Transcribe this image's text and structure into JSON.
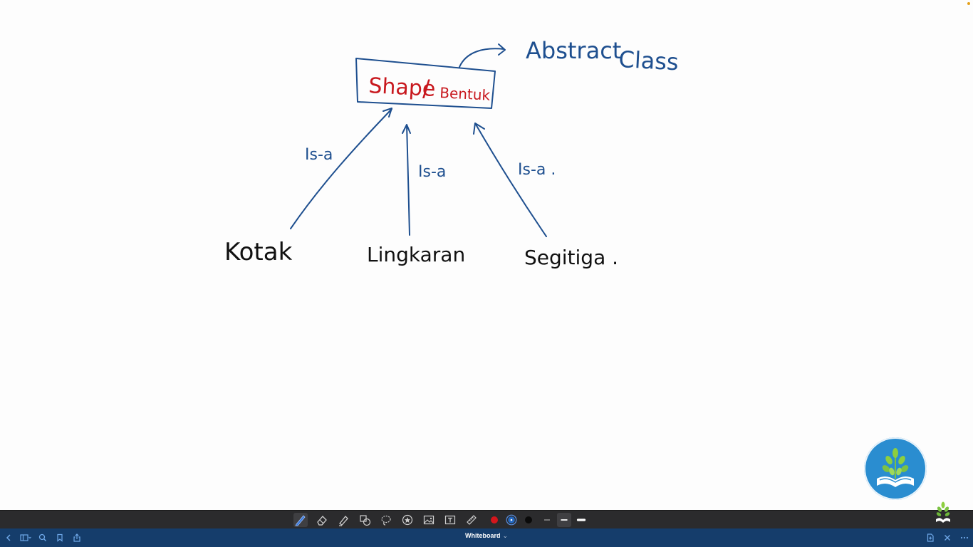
{
  "whiteboard": {
    "abstract_label_1": "Abstract",
    "abstract_label_2": "Class",
    "parent_box": {
      "text_1": "Shape",
      "separator": "/",
      "text_2": "Bentuk"
    },
    "edges": [
      {
        "label": "Is-a"
      },
      {
        "label": "Is-a"
      },
      {
        "label": "Is-a ."
      }
    ],
    "children": [
      {
        "label": "Kotak"
      },
      {
        "label": "Lingkaran"
      },
      {
        "label": "Segitiga ."
      }
    ]
  },
  "toolbar": {
    "tools": [
      "pen-icon",
      "eraser-icon",
      "highlighter-icon",
      "shapes-icon",
      "lasso-icon",
      "sticker-icon",
      "image-icon",
      "text-box-icon",
      "ruler-icon"
    ],
    "colors": [
      "#d4161c",
      "#2468c0",
      "#0a0a0a"
    ],
    "selected_color": "#2468c0",
    "stroke_widths": [
      "thin",
      "medium",
      "thick"
    ],
    "selected_stroke": "medium"
  },
  "bottom_bar": {
    "title": "Whiteboard",
    "caret": "⌄"
  },
  "colors": {
    "ink_blue": "#1e4f8f",
    "ink_red": "#c8181e",
    "toolbar_bg": "#2b2b2d",
    "bottombar_bg": "#153d6b",
    "logo_blue": "#2a8dd0"
  }
}
